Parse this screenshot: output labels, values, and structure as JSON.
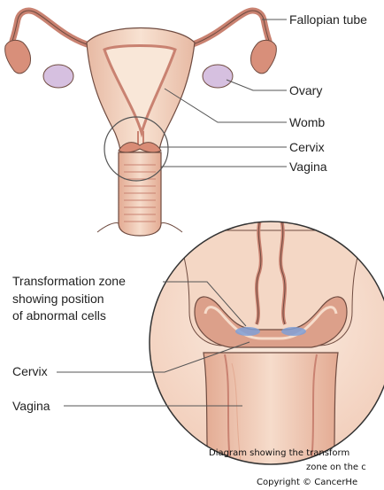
{
  "labels": {
    "fallopian_tube": "Fallopian tube",
    "ovary": "Ovary",
    "womb": "Womb",
    "cervix_top": "Cervix",
    "vagina_top": "Vagina",
    "transformation_zone": [
      "Transformation zone",
      "showing position",
      "of abnormal cells"
    ],
    "cervix_bottom": "Cervix",
    "vagina_bottom": "Vagina"
  },
  "caption": [
    "Diagram showing the transform",
    "zone on the c",
    "Copyright © CancerHe"
  ],
  "colors": {
    "tissue_light": "#f6dccb",
    "tissue_mid": "#e8b9a3",
    "tissue_dark": "#c98271",
    "outline": "#6f4b40",
    "abnormal_cells": "#7f9fd6",
    "ovary": "#d6c0e0"
  }
}
